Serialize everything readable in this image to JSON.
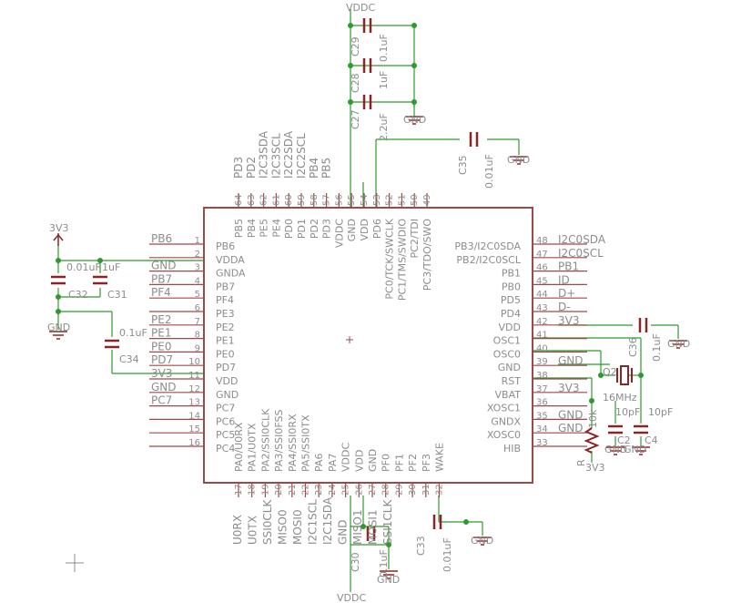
{
  "colors": {
    "background": "#ffffff",
    "outline": "#a04848",
    "pin": "#a04848",
    "wire": "#2e9a2e",
    "junction": "#2e9a2e",
    "text": "#8c8c8c",
    "symbol": "#8b2525"
  },
  "chip": {
    "pins_left": [
      {
        "num": "1",
        "name": "PB6",
        "net": "PB6"
      },
      {
        "num": "2",
        "name": "VDDA",
        "net": ""
      },
      {
        "num": "3",
        "name": "GNDA",
        "net": "GND"
      },
      {
        "num": "4",
        "name": "PB7",
        "net": "PB7"
      },
      {
        "num": "5",
        "name": "PF4",
        "net": "PF4"
      },
      {
        "num": "6",
        "name": "PE3",
        "net": ""
      },
      {
        "num": "7",
        "name": "PE2",
        "net": "PE2"
      },
      {
        "num": "8",
        "name": "PE1",
        "net": "PE1"
      },
      {
        "num": "9",
        "name": "PE0",
        "net": "PE0"
      },
      {
        "num": "10",
        "name": "PD7",
        "net": "PD7"
      },
      {
        "num": "11",
        "name": "VDD",
        "net": "3V3"
      },
      {
        "num": "12",
        "name": "GND",
        "net": "GND"
      },
      {
        "num": "13",
        "name": "PC7",
        "net": "PC7"
      },
      {
        "num": "14",
        "name": "PC6",
        "net": ""
      },
      {
        "num": "15",
        "name": "PC5",
        "net": ""
      },
      {
        "num": "16",
        "name": "PC4",
        "net": ""
      }
    ],
    "pins_right": [
      {
        "num": "48",
        "name": "PB3/I2C0SDA",
        "net": "I2C0SDA"
      },
      {
        "num": "47",
        "name": "PB2/I2C0SCL",
        "net": "I2C0SCL"
      },
      {
        "num": "46",
        "name": "PB1",
        "net": "PB1"
      },
      {
        "num": "45",
        "name": "PB0",
        "net": "ID"
      },
      {
        "num": "44",
        "name": "PD5",
        "net": "D+"
      },
      {
        "num": "43",
        "name": "PD4",
        "net": "D-"
      },
      {
        "num": "42",
        "name": "VDD",
        "net": "3V3"
      },
      {
        "num": "41",
        "name": "OSC1",
        "net": ""
      },
      {
        "num": "40",
        "name": "OSC0",
        "net": ""
      },
      {
        "num": "39",
        "name": "GND",
        "net": "GND"
      },
      {
        "num": "38",
        "name": "RST",
        "net": ""
      },
      {
        "num": "37",
        "name": "VBAT",
        "net": "3V3"
      },
      {
        "num": "36",
        "name": "XOSC1",
        "net": ""
      },
      {
        "num": "35",
        "name": "GNDX",
        "net": "GND"
      },
      {
        "num": "34",
        "name": "XOSC0",
        "net": "GND"
      },
      {
        "num": "33",
        "name": "HIB",
        "net": ""
      }
    ],
    "pins_top": [
      {
        "num": "64",
        "name": "PB5",
        "net": "PB5"
      },
      {
        "num": "63",
        "name": "PB4",
        "net": "PB4"
      },
      {
        "num": "62",
        "name": "PE5",
        "net": "I2C2SCL"
      },
      {
        "num": "61",
        "name": "PE4",
        "net": "I2C2SDA"
      },
      {
        "num": "60",
        "name": "PD0",
        "net": "I2C3SCL"
      },
      {
        "num": "59",
        "name": "PD1",
        "net": "I2C3SDA"
      },
      {
        "num": "58",
        "name": "PD2",
        "net": "PD2"
      },
      {
        "num": "57",
        "name": "PD3",
        "net": "PD3"
      },
      {
        "num": "56",
        "name": "VDDC",
        "net": ""
      },
      {
        "num": "55",
        "name": "GND",
        "net": "GND"
      },
      {
        "num": "54",
        "name": "VDD",
        "net": "3V3"
      },
      {
        "num": "53",
        "name": "PD6",
        "net": ""
      },
      {
        "num": "52",
        "name": "PC0/TCK/SWCLK",
        "net": ""
      },
      {
        "num": "51",
        "name": "PC1/TMS/SWDIO",
        "net": ""
      },
      {
        "num": "50",
        "name": "PC2/TDI",
        "net": ""
      },
      {
        "num": "49",
        "name": "PC3/TDO/SWO",
        "net": ""
      }
    ],
    "pins_bottom": [
      {
        "num": "17",
        "name": "PA0/U0RX",
        "net": "U0RX"
      },
      {
        "num": "18",
        "name": "PA1/U0TX",
        "net": "U0TX"
      },
      {
        "num": "19",
        "name": "PA2/SSI0CLK",
        "net": "SSI0CLK"
      },
      {
        "num": "20",
        "name": "PA3/SSI0FSS",
        "net": ""
      },
      {
        "num": "21",
        "name": "PA4/SSI0RX",
        "net": "MISO0"
      },
      {
        "num": "22",
        "name": "PA5/SSI0TX",
        "net": "MOSI0"
      },
      {
        "num": "23",
        "name": "PA6",
        "net": "I2C1SCL"
      },
      {
        "num": "24",
        "name": "PA7",
        "net": "I2C1SDA"
      },
      {
        "num": "25",
        "name": "VDDC",
        "net": ""
      },
      {
        "num": "26",
        "name": "VDD",
        "net": "3V3"
      },
      {
        "num": "27",
        "name": "GND",
        "net": "GND"
      },
      {
        "num": "28",
        "name": "PF0",
        "net": "MISO1"
      },
      {
        "num": "29",
        "name": "PF1",
        "net": "MOSI1"
      },
      {
        "num": "30",
        "name": "PF2",
        "net": "SSI1CLK"
      },
      {
        "num": "31",
        "name": "PF3",
        "net": ""
      },
      {
        "num": "32",
        "name": "WAKE",
        "net": ""
      }
    ]
  },
  "top_net_labels": [
    "PD3",
    "PD2",
    "I2C3SDA",
    "I2C3SCL",
    "I2C2SDA",
    "I2C2SCL",
    "PB4",
    "PB5"
  ],
  "bottom_net_labels": [
    "U0RX",
    "U0TX",
    "SSI0CLK",
    "MISO0",
    "MOSI0",
    "I2C1SCL",
    "I2C1SDA",
    "GND",
    "MISO1",
    "MOSI1",
    "SSI1CLK"
  ],
  "rails": {
    "vddc_top": "VDDC",
    "vddc_bottom": "VDDC",
    "gnd": "GND",
    "v33": "3V3"
  },
  "components": {
    "c29": {
      "ref": "C29",
      "value": "0.1uF"
    },
    "c28": {
      "ref": "C28",
      "value": "1uF"
    },
    "c27": {
      "ref": "C27",
      "value": "2.2uF"
    },
    "c35": {
      "ref": "C35",
      "value": "0.01uF"
    },
    "c32": {
      "ref": "C32",
      "value": "0.01uF"
    },
    "c31": {
      "ref": "C31",
      "value": "1uF"
    },
    "c34": {
      "ref": "C34",
      "value": "0.1uF"
    },
    "c36": {
      "ref": "C36",
      "value": "0.1uF"
    },
    "q2": {
      "ref": "Q2",
      "value": "16MHz"
    },
    "c2": {
      "ref": "C2",
      "value": "10pF"
    },
    "c4": {
      "ref": "C4",
      "value": "10pF"
    },
    "r": {
      "ref": "R",
      "value": "10k"
    },
    "c30": {
      "ref": "C30",
      "value": "0.1uF"
    },
    "c33": {
      "ref": "C33",
      "value": "0.01uF"
    }
  }
}
